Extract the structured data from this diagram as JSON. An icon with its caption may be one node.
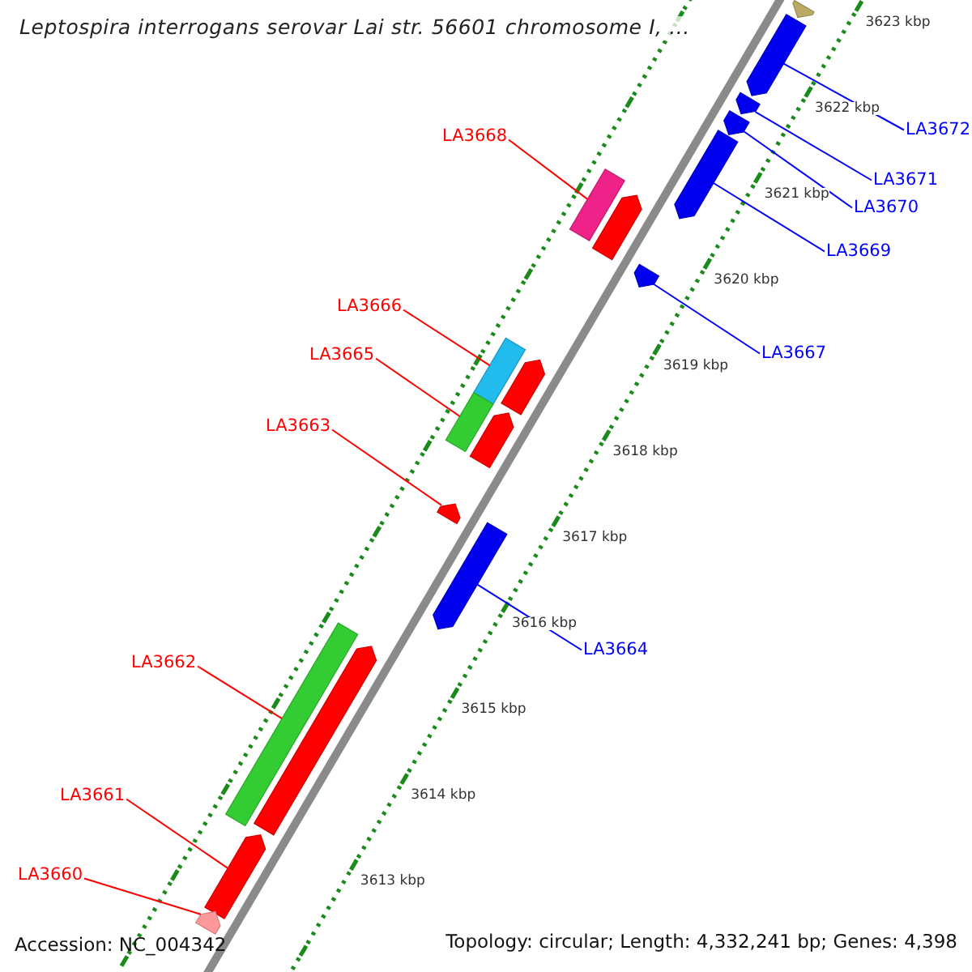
{
  "diagram": {
    "title": "Leptospira interrogans serovar Lai str. 56601 chromosome I, ...",
    "nodes": [
      {
        "text": [
          "LA3668"
        ]
      },
      {
        "text": [
          "LA3666"
        ]
      },
      {
        "text": [
          "LA3665"
        ]
      },
      {
        "text": [
          "LA3663"
        ]
      },
      {
        "text": [
          "LA3662"
        ]
      },
      {
        "text": [
          "LA3661"
        ]
      },
      {
        "text": [
          "LA3660"
        ]
      },
      {
        "text": [
          "LA3672"
        ]
      },
      {
        "text": [
          "LA3671"
        ]
      },
      {
        "text": [
          "LA3670"
        ]
      },
      {
        "text": [
          "LA3669"
        ]
      },
      {
        "text": [
          "LA3667"
        ]
      },
      {
        "text": [
          "LA3664"
        ]
      },
      {
        "text": [],
        "shape": "bar"
      },
      {
        "text": [],
        "shape": "bar"
      },
      {
        "text": [],
        "shape": "bar"
      },
      {
        "text": [],
        "shape": "bar"
      },
      {
        "text": [],
        "shape": "bar"
      },
      {
        "text": [],
        "shape": "bar"
      },
      {
        "text": [],
        "shape": "bar"
      },
      {
        "text": [],
        "shape": "bar"
      },
      {
        "text": [],
        "shape": "bar"
      },
      {
        "text": [],
        "shape": "bar"
      },
      {
        "text": [],
        "shape": "bar"
      },
      {
        "text": [],
        "shape": "bar"
      },
      {
        "text": [],
        "shape": "bar"
      },
      {
        "text": [],
        "shape": "bar"
      },
      {
        "text": [],
        "shape": "bar"
      },
      {
        "text": [],
        "shape": "bar"
      },
      {
        "text": [],
        "shape": "bar"
      },
      {
        "text": [],
        "shape": "bar"
      }
    ],
    "edges": [
      {
        "from": 0,
        "to": 18,
        "arrow": "none"
      },
      {
        "from": 1,
        "to": 21,
        "arrow": "none"
      },
      {
        "from": 2,
        "to": 23,
        "arrow": "none"
      },
      {
        "from": 3,
        "to": 25,
        "arrow": "none"
      },
      {
        "from": 4,
        "to": 27,
        "arrow": "none"
      },
      {
        "from": 5,
        "to": 29,
        "arrow": "none"
      },
      {
        "from": 6,
        "to": 30,
        "arrow": "none"
      },
      {
        "from": 7,
        "to": 14,
        "arrow": "none",
        "color": "#0000ff"
      },
      {
        "from": 8,
        "to": 15,
        "arrow": "none",
        "color": "#0000ff"
      },
      {
        "from": 9,
        "to": 16,
        "arrow": "none",
        "color": "#0000ff"
      },
      {
        "from": 10,
        "to": 17,
        "arrow": "none",
        "color": "#0000ff"
      },
      {
        "from": 11,
        "to": 20,
        "arrow": "none",
        "color": "#0000ff"
      },
      {
        "from": 12,
        "to": 26,
        "arrow": "none",
        "color": "#0000ff"
      }
    ],
    "labels": [
      "3623 kbp",
      "3622 kbp",
      "3621 kbp",
      "3620 kbp",
      "3619 kbp",
      "3618 kbp",
      "3617 kbp",
      "3616 kbp",
      "3615 kbp",
      "3614 kbp",
      "3613 kbp",
      "Accession: NC_004342",
      "Topology: circular; Length: 4,332,241 bp; Genes: 4,398"
    ]
  }
}
